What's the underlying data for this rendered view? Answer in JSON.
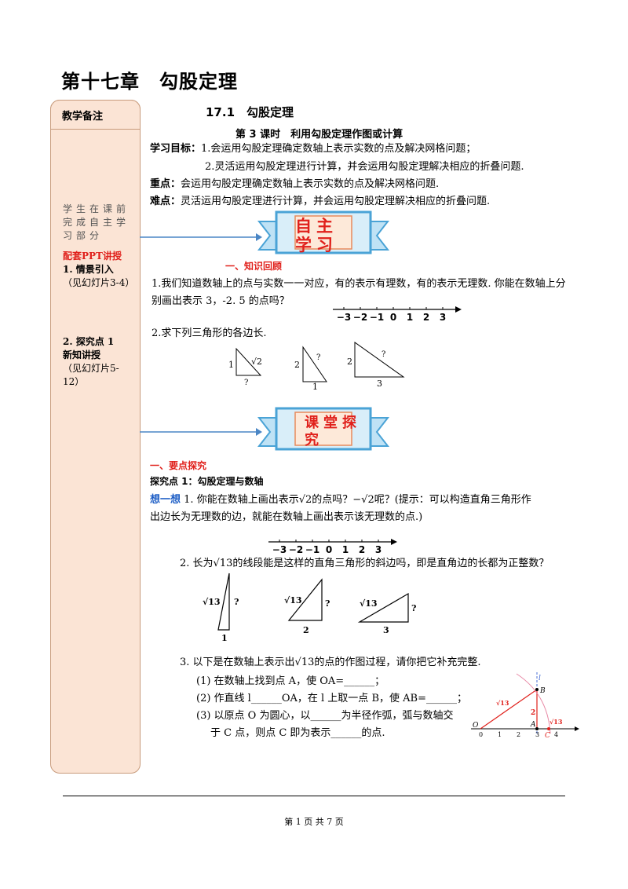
{
  "chapter_title": "第十七章　勾股定理",
  "sidebar": {
    "header": "教学备注",
    "note1": [
      "学生在课前",
      "完成自主学",
      "习部分"
    ],
    "ppt_label": "配套PPT讲授",
    "item1": [
      "1. 情景引入",
      "（见幻灯片3-4）"
    ],
    "item2": [
      "2. 探究点 1",
      "新知讲授",
      "（见幻灯片5-12）"
    ]
  },
  "section_title": "17.1　勾股定理",
  "lesson_title": "第 3 课时　利用勾股定理作图或计算",
  "objectives": {
    "label": "学习目标：",
    "line1": "1.会运用勾股定理确定数轴上表示实数的点及解决网格问题；",
    "line2": "2.灵活运用勾股定理进行计算，并会运用勾股定理解决相应的折叠问题."
  },
  "key_point": {
    "label": "重点：",
    "text": "会运用勾股定理确定数轴上表示实数的点及解决网格问题."
  },
  "difficulty": {
    "label": "难点：",
    "text": "灵活运用勾股定理进行计算，并会运用勾股定理解决相应的折叠问题."
  },
  "banner1": "自主学习",
  "banner2": "课堂探究",
  "review": {
    "heading": "一、知识回顾",
    "q1": "1.我们知道数轴上的点与实数一一对应，有的表示有理数，有的表示无理数. 你能在数轴上分别画出表示 3，-2. 5 的点吗？",
    "q2": "2.求下列三角形的各边长.",
    "tri_labels": [
      "1",
      "√2",
      "?",
      "2",
      "?",
      "1",
      "2",
      "?",
      "3"
    ]
  },
  "number_line_ticks": [
    "−3",
    "−2",
    "−1",
    "0",
    "1",
    "2",
    "3"
  ],
  "explore": {
    "heading": "一、要点探究",
    "point1": "探究点 1：勾股定理与数轴",
    "think_label": "想一想",
    "think_q1a": "1. 你能在数轴上画出表示",
    "think_q1b": "的点吗？",
    "think_q1c": "呢？(提示：可以构造直角三角形作",
    "think_q1d": "出边长为无理数的边，就能在数轴上画出表示该无理数的点.)",
    "sqrt2": "√2",
    "neg_sqrt2": "−√2",
    "q2a": "2. 长为",
    "q2b": "的线段能是这样的直角三角形的斜边吗，即是直角边的长都为正整数？",
    "sqrt13": "√13",
    "q2_tri": [
      "√13",
      "?",
      "1",
      "√13",
      "?",
      "2",
      "√13",
      "?",
      "3"
    ],
    "q3a": "3. 以下是在数轴上表示出",
    "q3b": "的点的作图过程，请你把它补充完整.",
    "step1": "(1) 在数轴上找到点 A，使 OA=______；",
    "step2": "(2) 作直线 l______OA，在 l 上取一点 B，使 AB=______；",
    "step3a": "(3) 以原点 O 为圆心，以______为半径作弧，弧与数轴交",
    "step3b": "于 C 点，则点 C 即为表示______的点.",
    "diagram_labels": [
      "l",
      "B",
      "2",
      "√13",
      "O",
      "A",
      "C",
      "√13",
      "0",
      "1",
      "2",
      "3",
      "4"
    ]
  },
  "footer": "第 1 页 共 7 页"
}
